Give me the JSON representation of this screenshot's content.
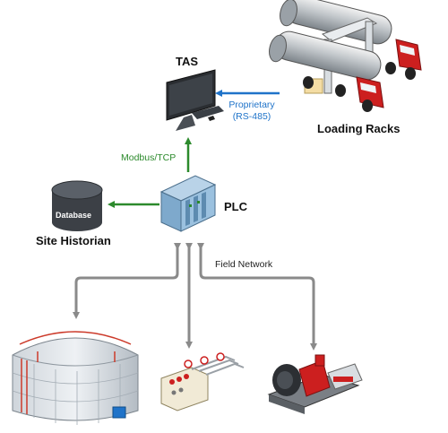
{
  "labels": {
    "tas": "TAS",
    "loading_racks": "Loading Racks",
    "proprietary_line1": "Proprietary",
    "proprietary_line2": "(RS-485)",
    "modbus": "Modbus/TCP",
    "plc": "PLC",
    "database": "Database",
    "site_historian": "Site Historian",
    "field_network": "Field Network"
  },
  "colors": {
    "proprietary_link": "#1f73c9",
    "modbus_link": "#2c8a2c",
    "field_network": "#8a8a8a",
    "truck_cab": "#cc1f1f",
    "plc_body": "#8fb8d8"
  },
  "icons": [
    "monitor-icon",
    "tanker-truck-icon",
    "plc-icon",
    "database-icon",
    "storage-tank-icon",
    "valve-manifold-icon",
    "pump-icon"
  ]
}
